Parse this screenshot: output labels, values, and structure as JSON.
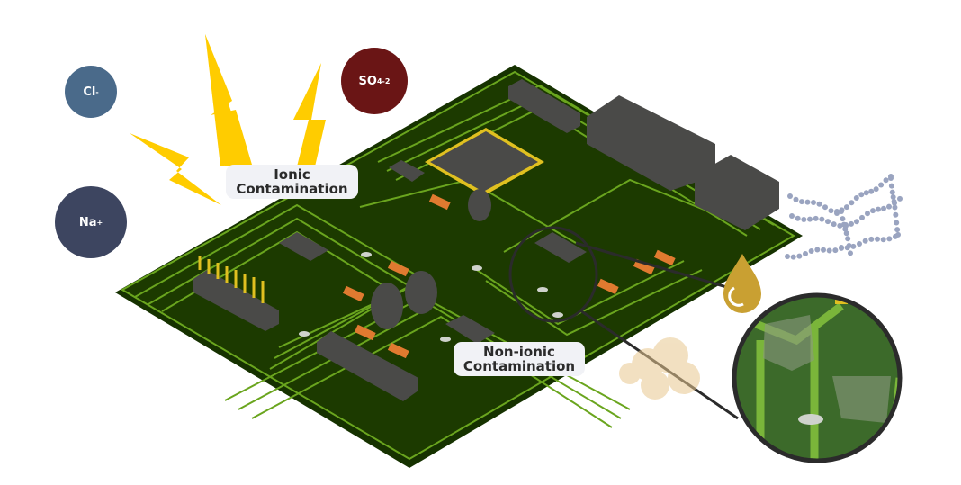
{
  "ions": [
    {
      "symbol": "Cl",
      "charge": "-",
      "subscript": "",
      "color": "#4a6a8a"
    },
    {
      "symbol": "Na",
      "charge": "+",
      "subscript": "",
      "color": "#3d4560"
    },
    {
      "symbol": "SO",
      "subscript": "4",
      "charge": "-2",
      "color": "#6a1515"
    }
  ],
  "labels": {
    "ionic_line1": "Ionic",
    "ionic_line2": "Contamination",
    "nonionic_line1": "Non-ionic",
    "nonionic_line2": "Contamination"
  },
  "colors": {
    "board": "#1c3a00",
    "trace": "#6aa51e",
    "chip": "#4a4a48",
    "lightning": "#ffcc00",
    "oil": "#c9a032",
    "molecule": "#9aa4c0"
  }
}
